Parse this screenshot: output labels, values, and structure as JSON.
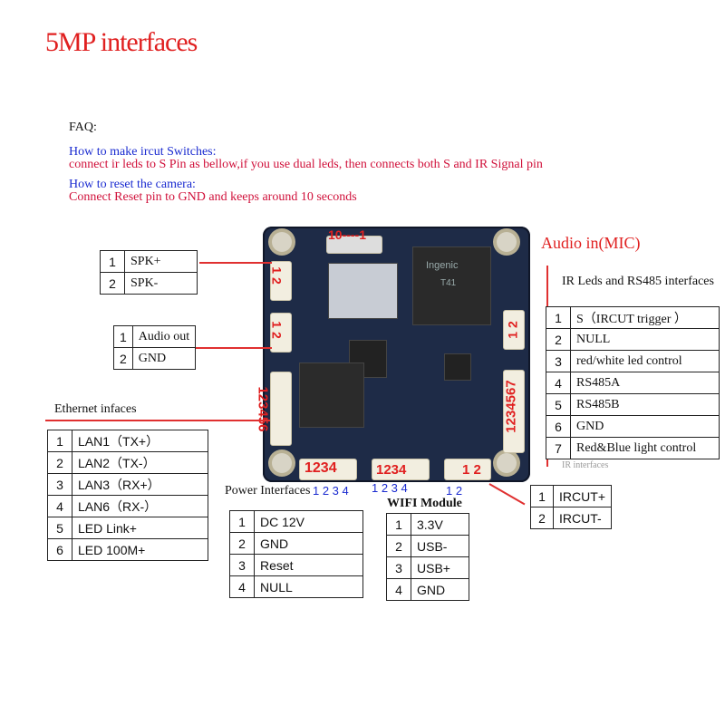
{
  "title": "5MP interfaces",
  "faq": {
    "heading": "FAQ:",
    "q1": "How to make ircut Switches:",
    "a1": "connect ir leds to S Pin as bellow,if you use dual leds, then connects  both S and IR Signal pin",
    "q2": "How to reset the camera:",
    "a2": "Connect Reset pin to GND  and keeps around 10 seconds"
  },
  "labels": {
    "audio_in": "Audio in(MIC)",
    "ir_rs485": "IR Leds and RS485 interfaces",
    "ethernet": "Ethernet infaces",
    "power": "Power Interfaces",
    "wifi": "WIFI Module",
    "faint_text": "IR interfaces"
  },
  "board": {
    "chip_brand": "Ingenic",
    "chip_model": "T41",
    "conn_top": "10----1",
    "conn_spk": "1 2",
    "conn_audio": "1 2",
    "conn_eth": "123456",
    "conn_power": "1234",
    "conn_wifi": "1234",
    "conn_mic": "1 2",
    "conn_ir": "1234567",
    "conn_ircut": "1 2",
    "pin_nums_power": "1 2 3 4",
    "pin_nums_wifi": "1 2 3 4",
    "pin_nums_ircut": "1 2"
  },
  "tables": {
    "speaker": [
      [
        "1",
        "SPK+"
      ],
      [
        "2",
        "SPK-"
      ]
    ],
    "audio_out": [
      [
        "1",
        "Audio out"
      ],
      [
        "2",
        "GND"
      ]
    ],
    "ethernet": [
      [
        "1",
        "LAN1（TX+）"
      ],
      [
        "2",
        "LAN2（TX-）"
      ],
      [
        "3",
        "LAN3（RX+）"
      ],
      [
        "4",
        "LAN6（RX-）"
      ],
      [
        "5",
        "LED Link+"
      ],
      [
        "6",
        "LED 100M+"
      ]
    ],
    "power": [
      [
        "1",
        "DC 12V"
      ],
      [
        "2",
        "GND"
      ],
      [
        "3",
        "Reset"
      ],
      [
        "4",
        "NULL"
      ]
    ],
    "wifi": [
      [
        "1",
        "3.3V"
      ],
      [
        "2",
        "USB-"
      ],
      [
        "3",
        "USB+"
      ],
      [
        "4",
        "GND"
      ]
    ],
    "ir": [
      [
        "1",
        "S（IRCUT  trigger       ）"
      ],
      [
        "2",
        "NULL"
      ],
      [
        "3",
        "red/white led control"
      ],
      [
        "4",
        "RS485A"
      ],
      [
        "5",
        "RS485B"
      ],
      [
        "6",
        "GND"
      ],
      [
        "7",
        "Red&Blue light control"
      ]
    ],
    "ircut": [
      [
        "1",
        "IRCUT+"
      ],
      [
        "2",
        "IRCUT-"
      ]
    ]
  },
  "colors": {
    "title_red": "#e02020",
    "faq_blue": "#1a2bd0",
    "faq_red": "#d0103a",
    "board": "#1e2b47",
    "line_red": "#e03030"
  }
}
